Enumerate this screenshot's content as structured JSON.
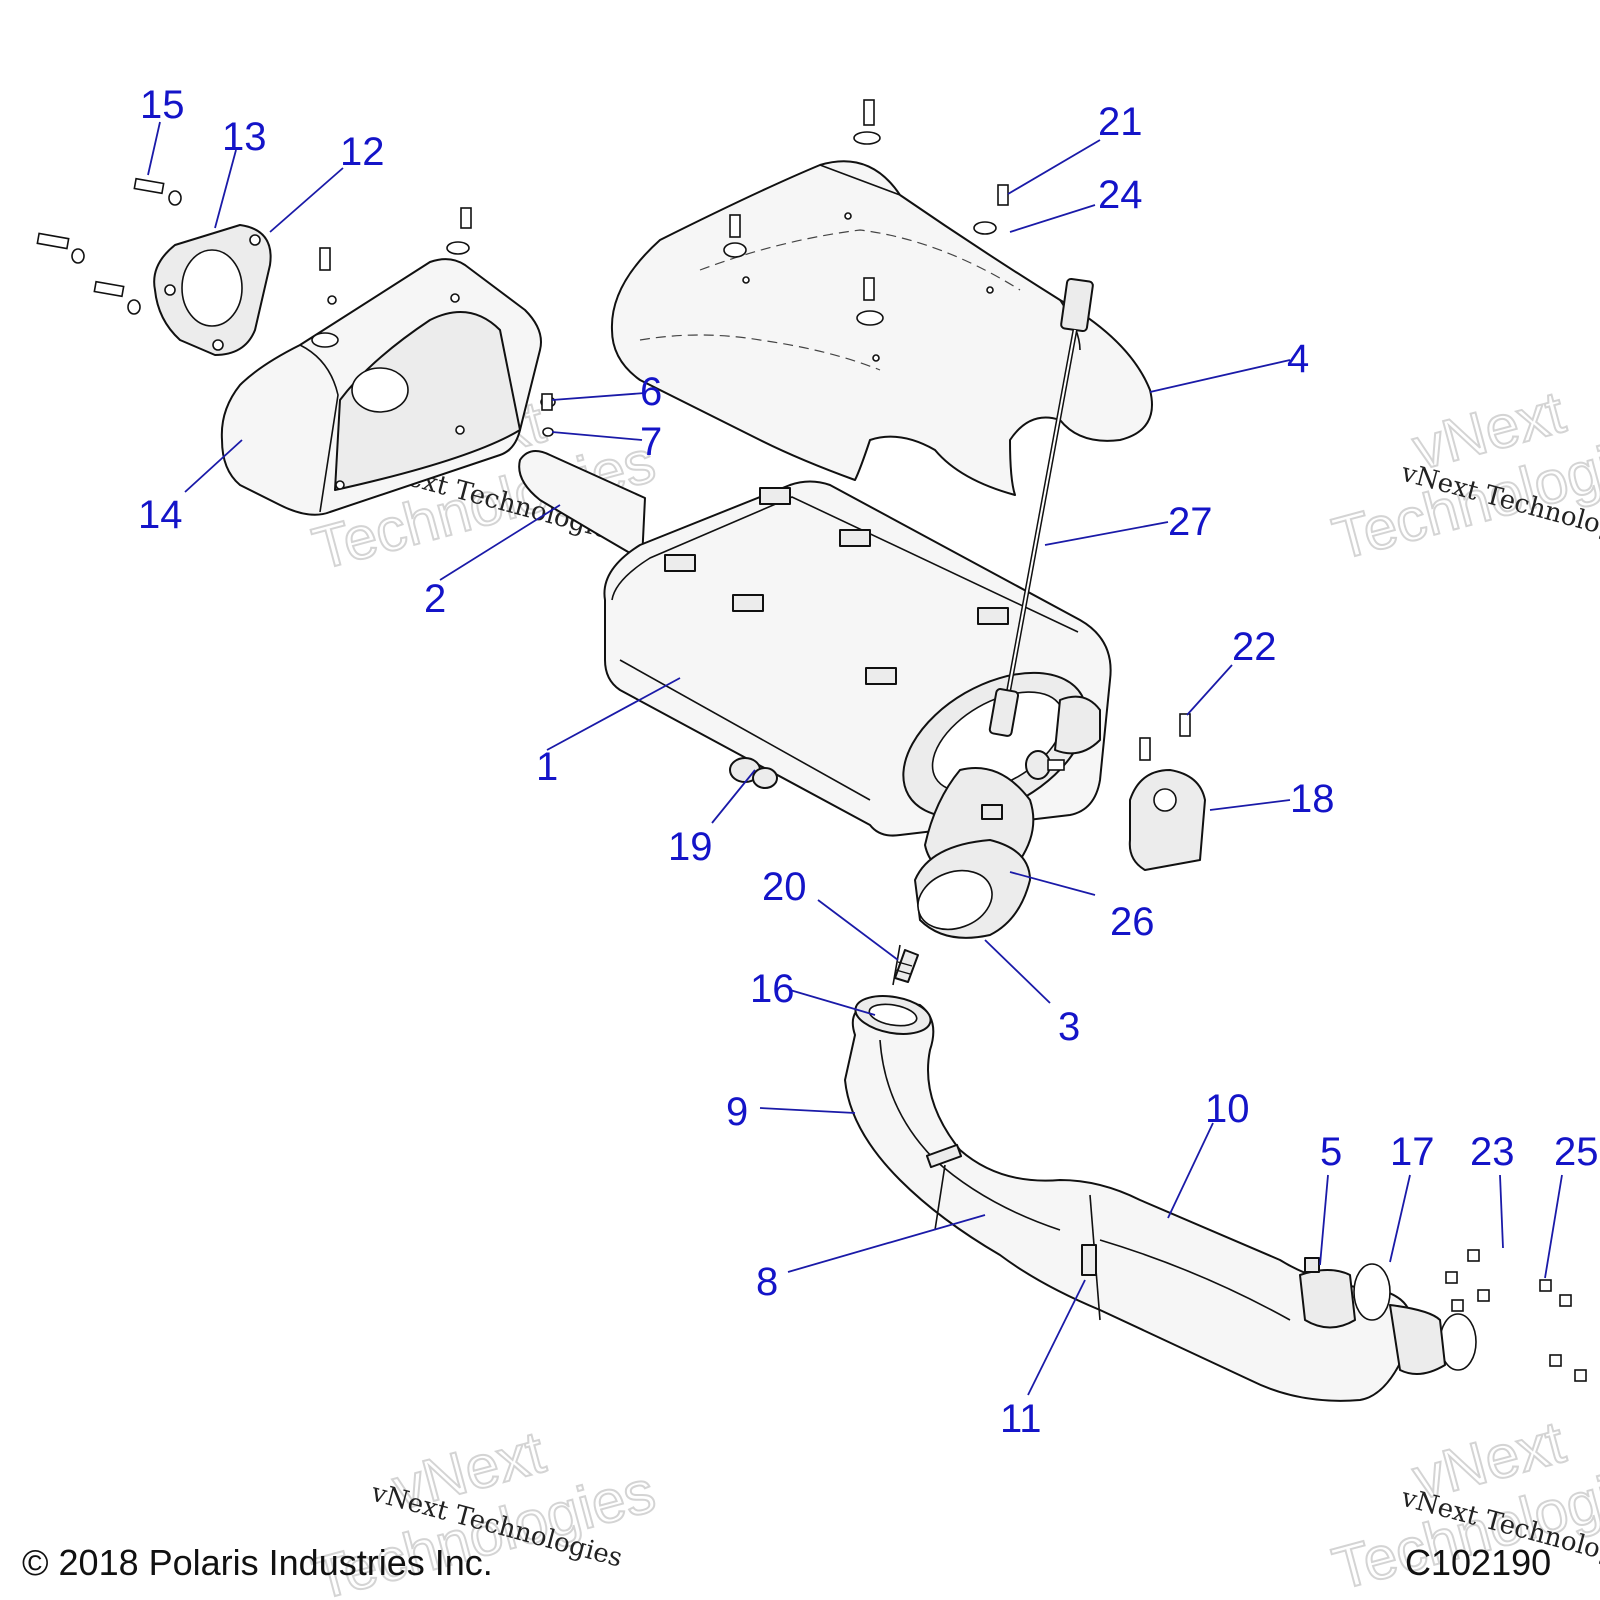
{
  "callouts": {
    "c1": "1",
    "c2": "2",
    "c3": "3",
    "c4": "4",
    "c5": "5",
    "c6": "6",
    "c7": "7",
    "c8": "8",
    "c9": "9",
    "c10": "10",
    "c11": "11",
    "c12": "12",
    "c13": "13",
    "c14": "14",
    "c15": "15",
    "c16": "16",
    "c17": "17",
    "c18": "18",
    "c19": "19",
    "c20": "20",
    "c21": "21",
    "c22": "22",
    "c23": "23",
    "c24": "24",
    "c25": "25",
    "c26": "26",
    "c27": "27"
  },
  "watermark": {
    "small_text": "vNext Technologies",
    "big_line1": "vNext",
    "big_line2": "Technologies"
  },
  "footer": {
    "copyright": "© 2018 Polaris Industries Inc.",
    "drawing_id": "C102190"
  },
  "colors": {
    "callout": "#1414c8",
    "line": "#111111"
  }
}
